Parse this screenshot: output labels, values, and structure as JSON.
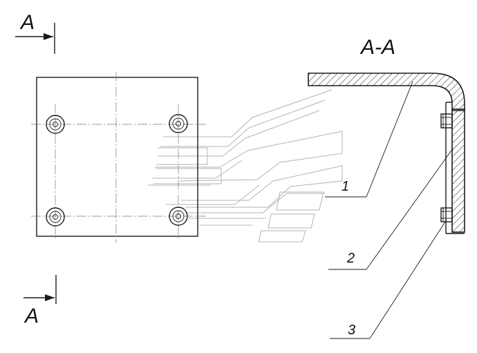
{
  "view_marker_top": "A",
  "view_marker_bottom": "A",
  "section_title": "A-A",
  "callouts": [
    "1",
    "2",
    "3"
  ],
  "colors": {
    "line": "#1a1a1a",
    "watermark": "#b3b3b3"
  }
}
